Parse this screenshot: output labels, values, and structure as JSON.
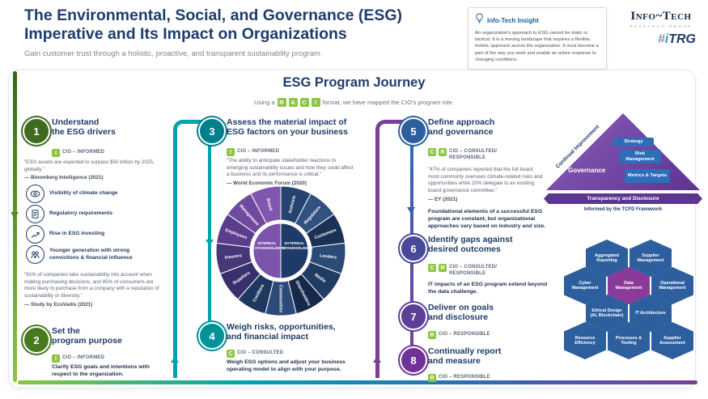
{
  "header": {
    "title_1": "The Environmental, Social, and Governance (ESG)",
    "title_2": "Imperative and Its Impact on Organizations",
    "subtitle": "Gain customer trust through a holistic, proactive, and transparent sustainablity program"
  },
  "insight": {
    "title": "Info-Tech Insight",
    "body": "An organization's approach to ESG cannot be static or tactical. It is a moving landscape that requires a flexible, holistic approach across the organization. It must become a part of the way you work and enable an active response to changing conditions."
  },
  "logo": {
    "name": "Info~Tech",
    "sub": "RESEARCH GROUP",
    "itrg": {
      "hash": "#",
      "i": "i",
      "trg": "TRG"
    }
  },
  "journey": {
    "title": "ESG Program Journey",
    "sub_prefix": "Using a",
    "raci": [
      "R",
      "A",
      "C",
      "I"
    ],
    "sub_suffix": "format, we have mapped the CIO’s program role."
  },
  "steps": [
    {
      "num": "1",
      "title_1": "Understand",
      "title_2": "the ESG drivers",
      "badge_1": "I",
      "role": "CIO – INFORMED",
      "quote": "“ESG assets are expected to surpass $50 trillion by 2025, globally.”",
      "source": "— Bloomberg Intelligence (2021)"
    },
    {
      "num": "2",
      "title_1": "Set the",
      "title_2": "program purpose",
      "badge_1": "I",
      "role": "CIO – INFORMED",
      "body": "Clarify ESG goals and intentions with respect to the organization."
    },
    {
      "num": "3",
      "title_1": "Assess the material impact of",
      "title_2": "ESG factors on your business",
      "badge_1": "I",
      "role": "CIO – INFORMED",
      "quote": "“The ability to anticipate stakeholder reactions to emerging sustainability issues and how they could affect a business and its performance is critical.”",
      "source": "— World Economic Forum (2020)"
    },
    {
      "num": "4",
      "title_1": "Weigh risks, opportunities,",
      "title_2": "and financial impact",
      "badge_1": "C",
      "role": "CIO – CONSULTED",
      "body": "Weigh ESG options and adjust your business operating model to align with your purpose."
    },
    {
      "num": "5",
      "title_1": "Define approach",
      "title_2": "and governance",
      "badge_1": "C",
      "badge_2": "R",
      "role": "CIO – CONSULTED/ RESPONSIBLE",
      "quote": "“47% of companies reported that the full board most commonly oversees climate-related risks and opportunities while 20% delegate to an existing board governance committee.”",
      "source": "— EY (2021)",
      "body": "Foundational elements of a successful ESG program are constant, but organizational approaches vary based on industry and size."
    },
    {
      "num": "6",
      "title_1": "Identify gaps against",
      "title_2": "desired outcomes",
      "badge_1": "C",
      "badge_2": "R",
      "role": "CIO – CONSULTED/ RESPONSIBLE",
      "body": "IT impacts of an ESG program extend beyond the data challenge."
    },
    {
      "num": "7",
      "title_1": "Deliver on goals",
      "title_2": "and disclosure",
      "badge_1": "R",
      "role": "CIO – RESPONSIBLE"
    },
    {
      "num": "8",
      "title_1": "Continually report",
      "title_2": "and measure",
      "badge_1": "R",
      "role": "CIO – RESPONSIBLE"
    }
  ],
  "drivers": [
    {
      "icon": "climate-visibility-icon",
      "label": "Visibility of climate change"
    },
    {
      "icon": "regulatory-icon",
      "label": "Regulatory requirements"
    },
    {
      "icon": "esg-investing-icon",
      "label": "Rise in ESG investing"
    },
    {
      "icon": "younger-generation-icon",
      "label": "Younger generation with strong convictions & financial influence"
    }
  ],
  "consumer_quote": {
    "text": "“91% of companies take sustainability into account when making purchasing decisions, and 85% of consumers are more likely to purchase from a company with a reputation of sustainability or diversity.”",
    "source": "— Study by EcoVadis (2021)"
  },
  "wheel": {
    "center_left": "INTERNAL STAKEHOLDERS",
    "center_right": "EXTERNAL STAKEHOLDERS",
    "segments": [
      {
        "label": "Activists",
        "color": "#26436f"
      },
      {
        "label": "Regulators",
        "color": "#31517f"
      },
      {
        "label": "Customers",
        "color": "#1c3156"
      },
      {
        "label": "Lenders",
        "color": "#2b4a77"
      },
      {
        "label": "Media",
        "color": "#203b64"
      },
      {
        "label": "Shareholders",
        "color": "#16294a"
      },
      {
        "label": "Communities",
        "color": "#2b4a77"
      },
      {
        "label": "Creditors",
        "color": "#1f3860"
      },
      {
        "label": "Suppliers",
        "color": "#37306b"
      },
      {
        "label": "Insurers",
        "color": "#473779"
      },
      {
        "label": "Employees",
        "color": "#5a3d8c"
      },
      {
        "label": "Management",
        "color": "#6f4a9f"
      },
      {
        "label": "Board",
        "color": "#8156ae"
      }
    ]
  },
  "pyramid": {
    "side_label": "Continual Improvement",
    "governance": "Governance",
    "levels": [
      "Strategy",
      "Risk Management",
      "Metrics & Targets"
    ],
    "footer": "Transparency and Disclosure",
    "caption": "Informed by the TCFD Framework"
  },
  "hexagons": [
    {
      "label": "Aggregated Reporting"
    },
    {
      "label": "Supplier Management"
    },
    {
      "label": "Cyber Management"
    },
    {
      "label": "Data Management",
      "accent": true
    },
    {
      "label": "Operational Management"
    },
    {
      "label": "Ethical Design (AI, Blockchain)"
    },
    {
      "label": "IT Architecture"
    },
    {
      "label": "Resource Efficiency"
    },
    {
      "label": "Processes & Tooling"
    },
    {
      "label": "Supplier Assessment"
    }
  ],
  "colors": {
    "green": "#8dc63f",
    "teal": "#00a3ad",
    "blue": "#2d6cb5",
    "purple": "#7a3f98",
    "navy": "#1d3d6e"
  }
}
